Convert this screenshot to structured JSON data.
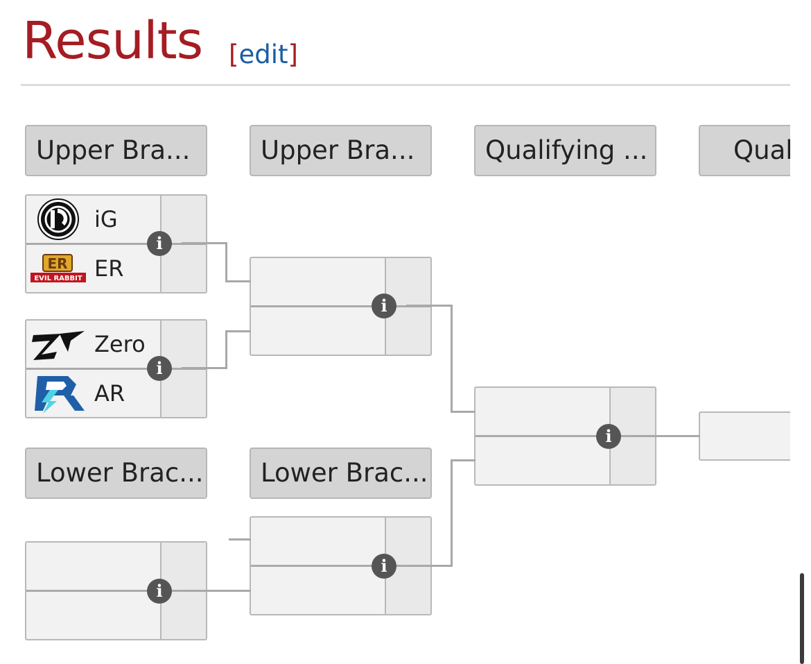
{
  "heading": {
    "title": "Results",
    "edit_open": "[",
    "edit_label": "edit",
    "edit_close": "]"
  },
  "rounds": {
    "upper_r1": "Upper Bra...",
    "upper_r2": "Upper Bra...",
    "qualifying_1": "Qualifying ...",
    "qualifying_2": "Qual",
    "lower_r1": "Lower Brac...",
    "lower_r2": "Lower Brac..."
  },
  "matches": {
    "ub1": {
      "top_team": "iG",
      "bottom_team": "ER",
      "top_logo": "ig-logo-icon",
      "bottom_logo": "evil-rabbit-logo-icon",
      "bottom_logo_text": "EVIL RABBIT"
    },
    "ub2": {
      "top_team": "Zero",
      "bottom_team": "AR",
      "top_logo": "zero-logo-icon",
      "bottom_logo": "ar-logo-icon"
    }
  },
  "info_icon": "info-icon",
  "colors": {
    "heading": "#a41d23",
    "edit_link": "#1a5da4",
    "header_bg": "#d4d4d4",
    "match_bg": "#f2f2f2",
    "info_button": "#555555",
    "connector": "#a8a8a8"
  }
}
